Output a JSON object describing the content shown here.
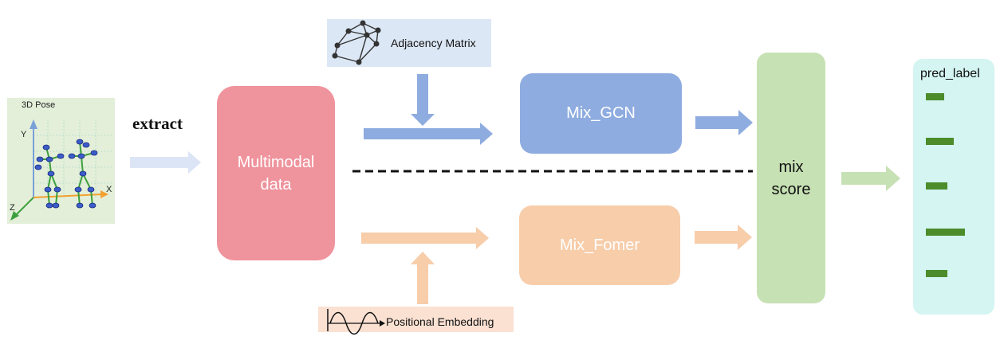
{
  "pose": {
    "title": "3D Pose",
    "axis_y": "Y",
    "axis_x": "X",
    "axis_z": "Z"
  },
  "extract_label": "extract",
  "multimodal": {
    "line1": "Multimodal",
    "line2": "data"
  },
  "adjacency": {
    "label": "Adjacency Matrix",
    "icon": "graph-network-icon"
  },
  "gcn": {
    "label": "Mix_GCN"
  },
  "fomer": {
    "label": "Mix_Fomer"
  },
  "positional": {
    "label": "Positional Embedding",
    "icon": "sine-wave-icon"
  },
  "mix": {
    "line1": "mix",
    "line2": "score"
  },
  "pred": {
    "title": "pred_label",
    "bar_count": 5
  },
  "colors": {
    "blue_arrow": "#8eacdf",
    "orange_arrow": "#f7cdaa",
    "green_arrow": "#c6e1b3",
    "pale_blue_arrow": "#dbe5f6",
    "bar_green": "#4c8c2b"
  }
}
